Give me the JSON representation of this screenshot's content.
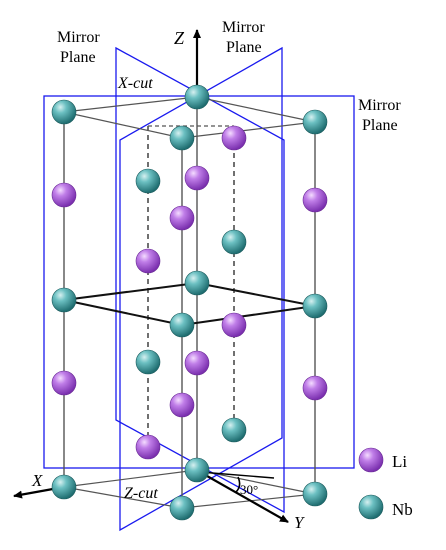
{
  "labels": {
    "mirror_left_1": "Mirror",
    "mirror_left_2": "Plane",
    "mirror_mid_1": "Mirror",
    "mirror_mid_2": "Plane",
    "mirror_right_1": "Mirror",
    "mirror_right_2": "Plane",
    "z_axis": "Z",
    "x_axis": "X",
    "y_axis": "Y",
    "x_cut": "X-cut",
    "z_cut": "Z-cut",
    "angle": "30°"
  },
  "legend": {
    "li": "Li",
    "nb": "Nb"
  },
  "colors": {
    "li": "#b05fdf",
    "nb": "#3f9ea2",
    "plane": "#1a1aef",
    "bond": "#555555"
  }
}
